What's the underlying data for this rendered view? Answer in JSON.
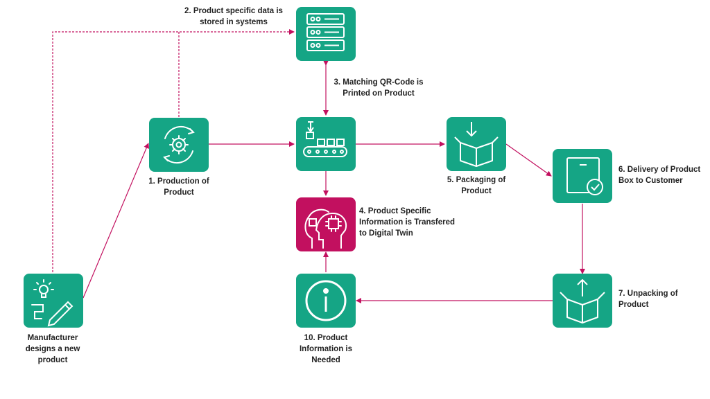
{
  "colors": {
    "node": "#15a585",
    "highlight": "#c2105f",
    "connector": "#c2105f",
    "label": "#222222"
  },
  "nodes": {
    "design": {
      "icon": "lightbulb-pencil-icon"
    },
    "production": {
      "icon": "gear-cycle-icon"
    },
    "storage": {
      "icon": "server-icon"
    },
    "qr": {
      "icon": "conveyor-belt-icon"
    },
    "twin": {
      "icon": "digital-twin-heads-icon"
    },
    "packaging": {
      "icon": "box-drop-icon"
    },
    "delivery": {
      "icon": "box-check-icon"
    },
    "unpacking": {
      "icon": "box-open-icon"
    },
    "info": {
      "icon": "info-icon"
    }
  },
  "labels": {
    "design": [
      "Manufacturer",
      "designs a new",
      "product"
    ],
    "production": [
      "1. Production of",
      "Product"
    ],
    "storage": [
      "2. Product specific data is",
      "stored in systems"
    ],
    "qr": [
      "3. Matching QR-Code is",
      "Printed on Product"
    ],
    "twin": [
      "4. Product Specific",
      "Information is Transfered",
      "to Digital Twin"
    ],
    "packaging": [
      "5. Packaging of",
      "Product"
    ],
    "delivery": [
      "6. Delivery of Product",
      "Box to Customer"
    ],
    "unpacking": [
      "7. Unpacking of",
      "Product"
    ],
    "info": [
      "10. Product",
      "Information is",
      "Needed"
    ]
  }
}
